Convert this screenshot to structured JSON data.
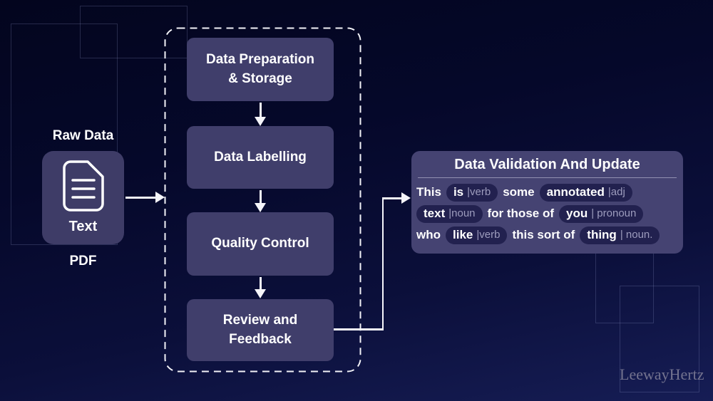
{
  "colors": {
    "background_top": "#03051e",
    "background_bottom": "#161d55",
    "step_box_fill": "#403e6b",
    "panel_fill": "#454372",
    "pill_fill": "#22214f",
    "tag_text": "#9d9cbd",
    "text_primary": "#ffffff",
    "connector": "#f5f5fa",
    "watermark_text": "#73738f"
  },
  "left_group": {
    "top_label": "Raw Data",
    "card": {
      "icon": "document-icon",
      "label": "Text"
    },
    "bottom_label": "PDF"
  },
  "pipeline": {
    "steps": [
      {
        "label": "Data Preparation\n& Storage"
      },
      {
        "label": "Data Labelling"
      },
      {
        "label": "Quality Control"
      },
      {
        "label": "Review and\nFeedback"
      }
    ]
  },
  "validation_panel": {
    "title": "Data Validation And Update",
    "lines": [
      [
        {
          "t": "This"
        },
        {
          "w": "is",
          "tag": "|verb"
        },
        {
          "t": "some"
        },
        {
          "w": "annotated",
          "tag": "|adj"
        }
      ],
      [
        {
          "w": "text",
          "tag": "|noun"
        },
        {
          "t": "for those of"
        },
        {
          "w": "you",
          "tag": "| pronoun"
        }
      ],
      [
        {
          "t": "who"
        },
        {
          "w": "like",
          "tag": "|verb"
        },
        {
          "t": "this sort of"
        },
        {
          "w": "thing",
          "tag": "| noun."
        }
      ]
    ]
  },
  "watermark": "LeewayHertz"
}
